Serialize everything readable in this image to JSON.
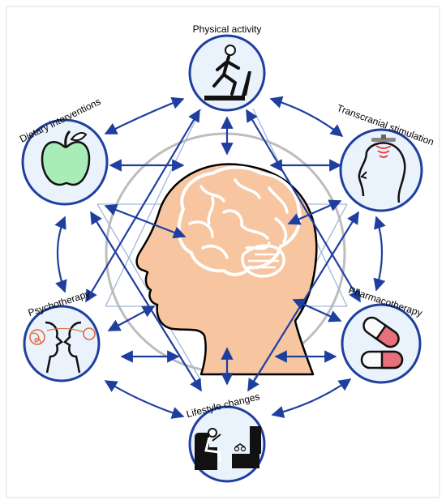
{
  "nodes": {
    "physical_activity": {
      "label": "Physical activity"
    },
    "dietary_interventions": {
      "label": "Dietary interventions"
    },
    "transcranial_stimulation": {
      "label": "Transcranial stimulation"
    },
    "psychotherapy": {
      "label": "Psychotherapy"
    },
    "pharmacotherapy": {
      "label": "Pharmacotherapy"
    },
    "lifestyle_changes": {
      "label": "Lifestyle changes"
    }
  },
  "colors": {
    "arrow": "#1f3f9f",
    "node_border": "#1f3f9f",
    "node_fill": "#eaf2fb",
    "inner_lines": "#9fb6d8",
    "center_circle": "#bdbdbd",
    "skin": "#f7c6a0",
    "apple": "#a8ecb8",
    "pill_red": "#e8707a",
    "pill_white": "#fafafa",
    "scribble": "#e06a40"
  },
  "icons": {
    "physical_activity": "treadmill-runner-icon",
    "dietary_interventions": "apple-icon",
    "transcranial_stimulation": "head-stimulation-icon",
    "psychotherapy": "two-faces-icon",
    "pharmacotherapy": "capsules-icon",
    "lifestyle_changes": "tv-armchair-icon",
    "center": "head-brain-icon"
  }
}
